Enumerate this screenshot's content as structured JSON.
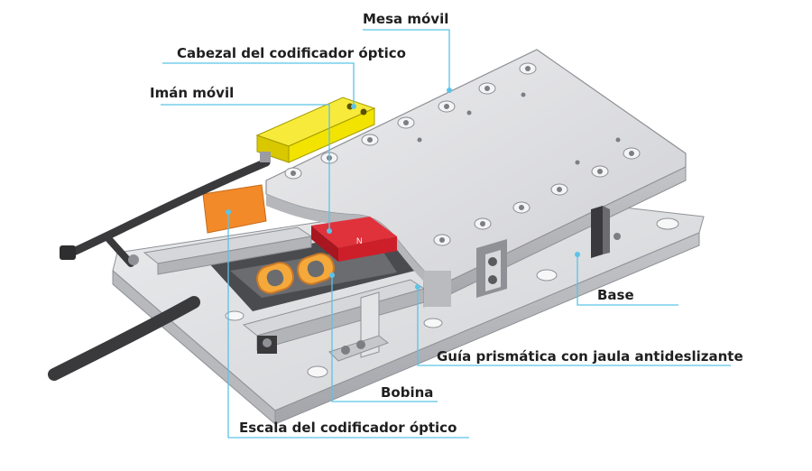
{
  "diagram": {
    "labels": {
      "moving_table": "Mesa móvil",
      "encoder_head": "Cabezal del codificador óptico",
      "moving_magnet": "Imán móvil",
      "base": "Base",
      "cross_roller_guide": "Guía prismática con jaula antideslizante",
      "coil": "Bobina",
      "encoder_scale": "Escala del codificador óptico"
    },
    "magnet_marking": "N"
  },
  "colors": {
    "leader_line": "#5bc3e8",
    "encoder_head": "#f2e300",
    "moving_magnet": "#cc1f2a",
    "encoder_scale": "#f28a2a",
    "coil": "#f4a93a",
    "aluminium": "#dcdde0",
    "aluminium_dark": "#a9abb0",
    "cable": "#3a3a3c"
  }
}
